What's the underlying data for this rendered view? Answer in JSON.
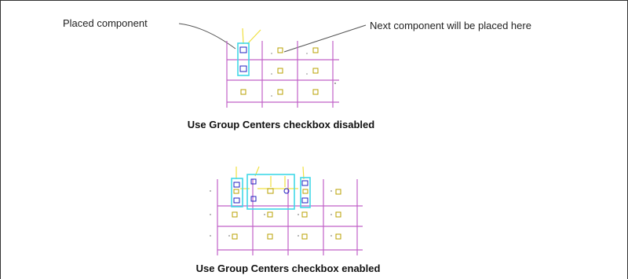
{
  "annotations": {
    "placed_component": "Placed component",
    "next_component": "Next component will be placed here"
  },
  "captions": {
    "disabled": "Use Group Centers checkbox disabled",
    "enabled": "Use Group Centers checkbox enabled"
  },
  "colors": {
    "grid": "#c060c8",
    "highlight": "#40d8e8",
    "wire": "#f0e040",
    "component": "#b8a000",
    "pin": "#2020c0",
    "dot": "#888888",
    "leader": "#555555"
  }
}
